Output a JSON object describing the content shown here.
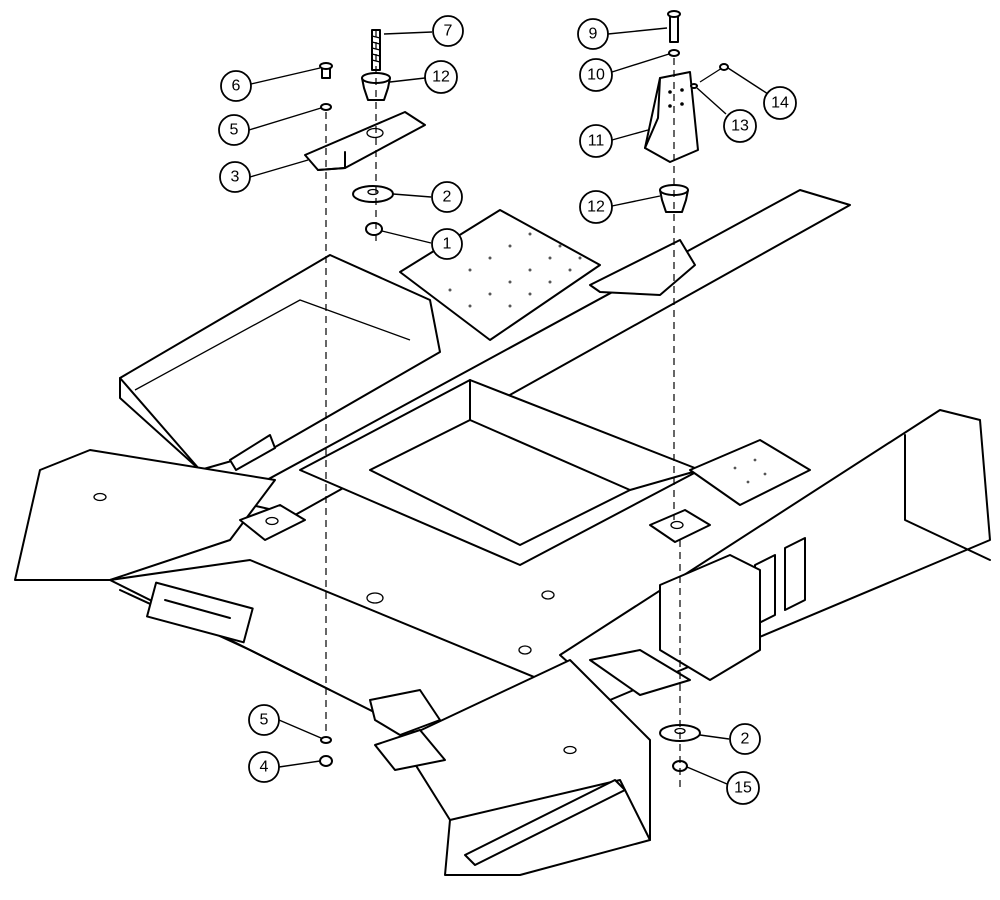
{
  "callouts": [
    {
      "id": "c1",
      "label": "1"
    },
    {
      "id": "c2a",
      "label": "2"
    },
    {
      "id": "c2b",
      "label": "2"
    },
    {
      "id": "c3",
      "label": "3"
    },
    {
      "id": "c4",
      "label": "4"
    },
    {
      "id": "c5a",
      "label": "5"
    },
    {
      "id": "c5b",
      "label": "5"
    },
    {
      "id": "c6",
      "label": "6"
    },
    {
      "id": "c7",
      "label": "7"
    },
    {
      "id": "c9",
      "label": "9"
    },
    {
      "id": "c10",
      "label": "10"
    },
    {
      "id": "c11",
      "label": "11"
    },
    {
      "id": "c12a",
      "label": "12"
    },
    {
      "id": "c12b",
      "label": "12"
    },
    {
      "id": "c13",
      "label": "13"
    },
    {
      "id": "c14",
      "label": "14"
    },
    {
      "id": "c15",
      "label": "15"
    }
  ]
}
